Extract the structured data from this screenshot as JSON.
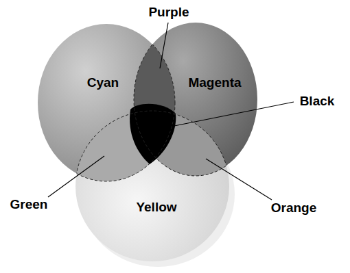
{
  "diagram": {
    "nodes": [
      {
        "text": [
          "Cyan"
        ]
      },
      {
        "text": [
          "Magenta"
        ]
      },
      {
        "text": [
          "Yellow"
        ]
      }
    ],
    "labels": [
      "Purple",
      "Black",
      "Green",
      "Orange"
    ]
  }
}
